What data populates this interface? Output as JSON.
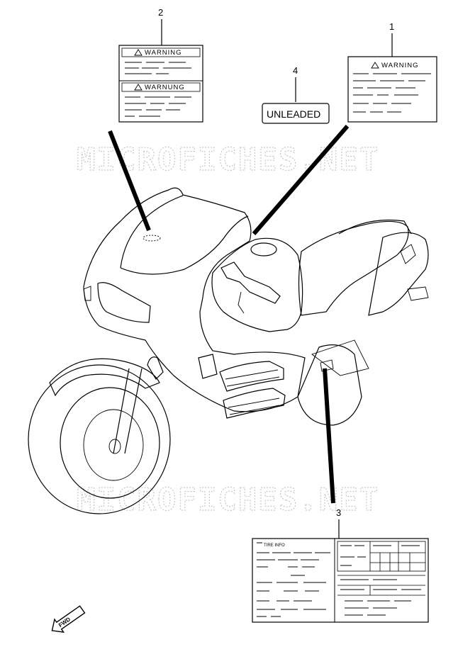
{
  "diagram": {
    "watermark_text": "MICROFICHES.NET",
    "callouts": [
      {
        "number": "1",
        "part": "warning-label-tank"
      },
      {
        "number": "2",
        "part": "warning-label-windscreen"
      },
      {
        "number": "3",
        "part": "tire-info-label"
      },
      {
        "number": "4",
        "part": "unleaded-label"
      }
    ],
    "label_1": {
      "heading": "WARNING"
    },
    "label_2": {
      "heading_top": "WARNING",
      "heading_bottom": "WARNUNG"
    },
    "label_3": {
      "heading": "TIRE INFO"
    },
    "label_4": {
      "text": "UNLEADED"
    },
    "fwd_arrow": {
      "text": "FWD"
    }
  }
}
